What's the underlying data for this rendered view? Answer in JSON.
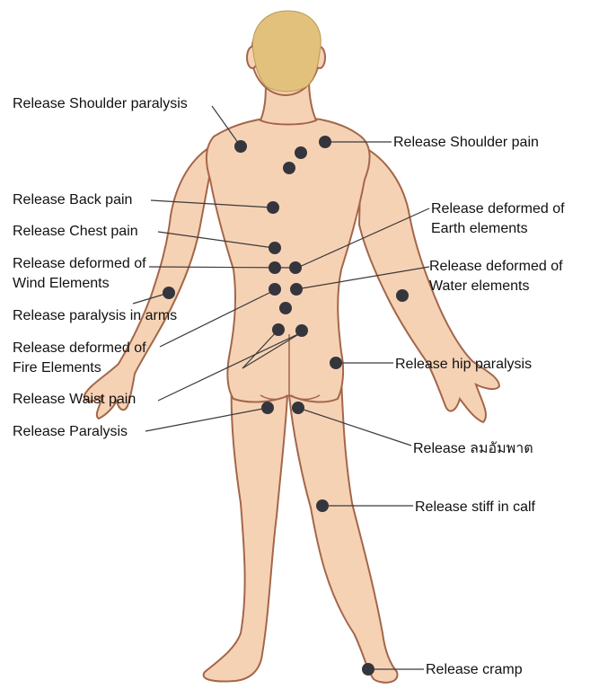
{
  "diagram": {
    "colors": {
      "skin": "#f6d2b5",
      "skin_outline": "#a4664a",
      "hair": "#e2c17c",
      "point": "#35363d",
      "leader_line": "#3a3a3a",
      "background": "#ffffff"
    },
    "labels": {
      "shoulder_paralysis": "Release Shoulder paralysis",
      "shoulder_pain": "Release Shoulder pain",
      "back_pain": "Release Back pain",
      "earth_line1": "Release deformed of",
      "earth_line2": "Earth elements",
      "chest_pain": "Release Chest pain",
      "wind_line1": "Release deformed of",
      "wind_line2": "Wind Elements",
      "water_line1": "Release deformed of",
      "water_line2": "Water elements",
      "arm_paralysis": "Release paralysis in arms",
      "fire_line1": "Release deformed of",
      "fire_line2": "Fire Elements",
      "hip_paralysis": "Release hip paralysis",
      "waist_pain": "Release Waist pain",
      "paralysis": "Release Paralysis",
      "lom_an_thapat": "Release ลมอัมพาต",
      "stiff_calf": "Release stiff in calf",
      "cramp": "Release cramp"
    }
  }
}
